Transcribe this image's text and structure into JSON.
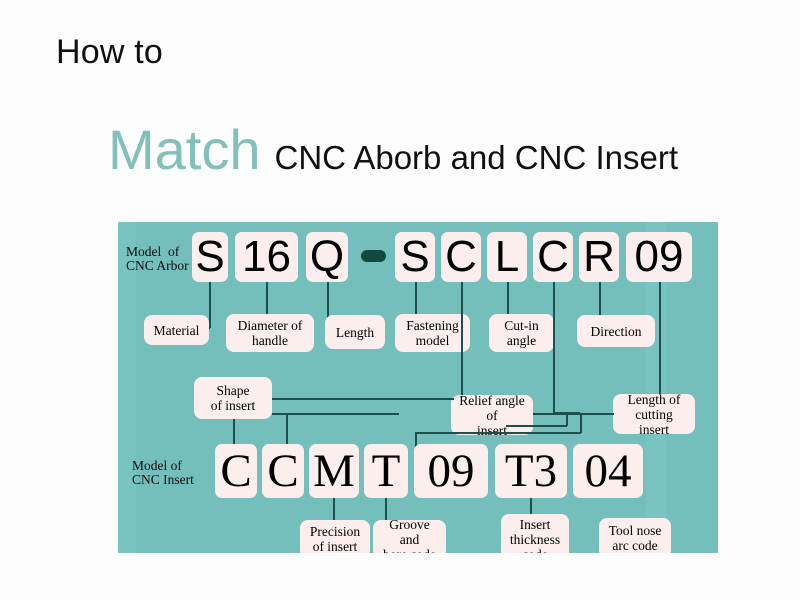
{
  "slide": {
    "heading_small": "How to",
    "heading_accent": "Match",
    "heading_rest": "CNC Aborb and CNC Insert",
    "accent_color": "#82c0ba",
    "panel_color": "#74bfbc",
    "tile_color": "#fdeeee",
    "line_color": "#1d4f4c",
    "dash_color": "#11483f"
  },
  "diagram": {
    "arbor": {
      "row_title": "Model  of\nCNC Arbor",
      "code": "S16Q-SCLCR09",
      "tiles": [
        {
          "char": "S",
          "meaning": "Material"
        },
        {
          "char": "16",
          "meaning": "Diameter of handle"
        },
        {
          "char": "Q",
          "meaning": "Length"
        },
        {
          "char": "-",
          "meaning": "separator"
        },
        {
          "char": "S",
          "meaning": "Fastening model"
        },
        {
          "char": "C",
          "meaning": "Shape of insert"
        },
        {
          "char": "L",
          "meaning": "Cut-in angle"
        },
        {
          "char": "C",
          "meaning": "Relief angle of insert"
        },
        {
          "char": "R",
          "meaning": "Direction"
        },
        {
          "char": "09",
          "meaning": "Length of cutting insert"
        }
      ]
    },
    "insert": {
      "row_title": "Model of\nCNC Insert",
      "code": "CCMT09T304",
      "tiles": [
        {
          "char": "C",
          "meaning": "Shape of insert"
        },
        {
          "char": "C",
          "meaning": "Relief angle of insert"
        },
        {
          "char": "M",
          "meaning": "Precision of insert"
        },
        {
          "char": "T",
          "meaning": "Groove and bore code"
        },
        {
          "char": "09",
          "meaning": "Length of cutting insert"
        },
        {
          "char": "T3",
          "meaning": "Insert thickness code"
        },
        {
          "char": "04",
          "meaning": "Tool nose arc code"
        }
      ]
    },
    "labels": {
      "material": "Material",
      "diameter_of_handle": "Diameter of\nhandle",
      "length": "Length",
      "fastening_model": "Fastening\nmodel",
      "cut_in_angle": "Cut-in\nangle",
      "direction": "Direction",
      "shape_of_insert": "Shape\nof insert",
      "relief_angle_of_insert": "Relief angle of\ninsert",
      "length_of_cutting_insert": "Length of\ncutting insert",
      "precision_of_insert": "Precision\nof insert",
      "groove_and_bore_code": "Groove and\nbore code",
      "insert_thickness_code": "Insert\nthickness\ncode",
      "tool_nose_arc_code": "Tool nose\narc code"
    }
  }
}
